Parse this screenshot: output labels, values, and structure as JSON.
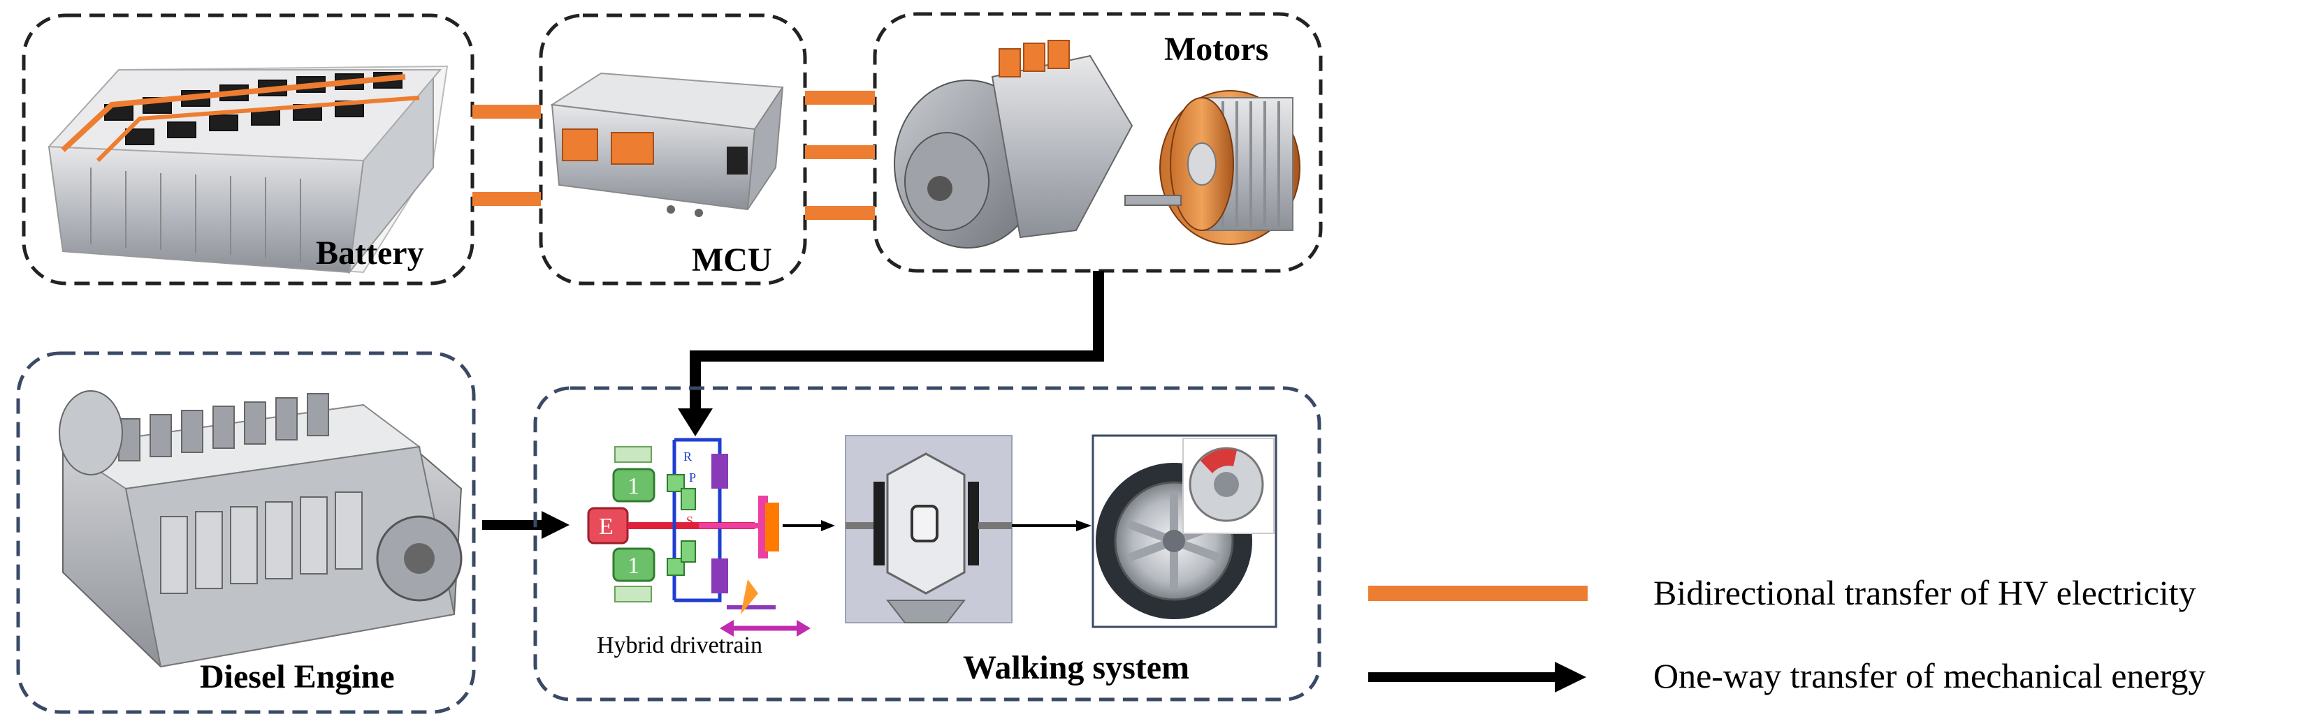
{
  "diagram": {
    "nodes": {
      "battery": {
        "label": "Battery"
      },
      "mcu": {
        "label": "MCU"
      },
      "motors": {
        "label": "Motors"
      },
      "diesel_engine": {
        "label": "Diesel Engine"
      },
      "hybrid_drivetrain": {
        "label": "Hybrid drivetrain",
        "schematic_labels": {
          "engine": "E",
          "motor": "1",
          "ring": "R",
          "planet": "P",
          "sun": "S"
        }
      },
      "walking_system": {
        "label": "Walking system"
      }
    },
    "legend": {
      "electric": {
        "label": "Bidirectional transfer of HV electricity",
        "color": "#ED7D31"
      },
      "mechanical": {
        "label": "One-way transfer of mechanical energy",
        "color": "#000000"
      }
    },
    "colors": {
      "electric_link": "#ED7D31",
      "mech_link": "#000000",
      "box_border": "#222222",
      "box_border_lower": "#3A4A66"
    }
  }
}
